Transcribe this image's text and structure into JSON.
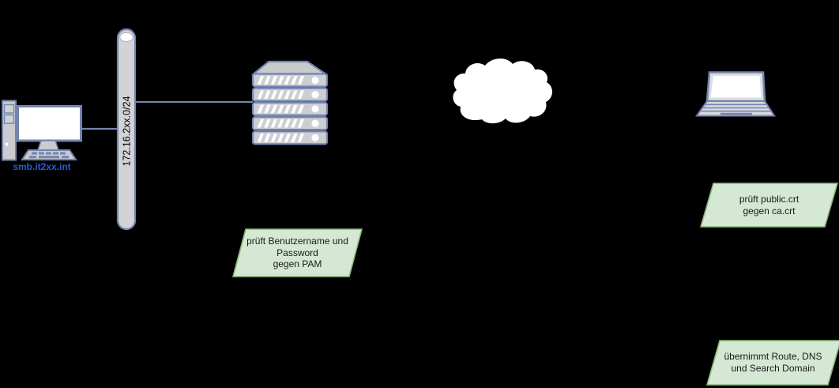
{
  "diagram": {
    "nodes": {
      "workstation": {
        "label": "smb.it2xx.int"
      },
      "bus": {
        "label": "172.16.2xx.0/24"
      },
      "server": {
        "name": "server-rack"
      },
      "cloud": {
        "name": "internet-cloud"
      },
      "laptop": {
        "name": "remote-laptop"
      }
    },
    "callouts": {
      "pam": {
        "line1": "prüft Benutzername und",
        "line2": "Password",
        "line3": "gegen PAM"
      },
      "cert": {
        "line1": "prüft public.crt",
        "line2": "gegen ca.crt"
      },
      "route": {
        "line1": "übernimmt Route, DNS",
        "line2": "und Search Domain"
      }
    },
    "colors": {
      "background": "#000000",
      "node_stroke": "#7385af",
      "node_fill": "#cdced2",
      "connector": "#7385af",
      "callout_fill": "#d5e8d4",
      "callout_stroke": "#8ab878",
      "host_label": "#2b59cf",
      "text": "#191919"
    }
  }
}
